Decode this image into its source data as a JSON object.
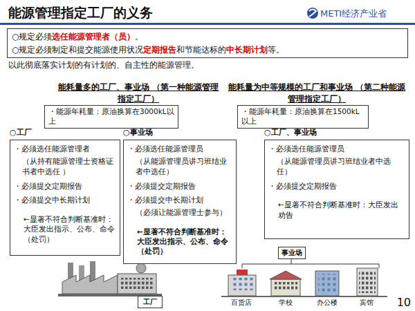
{
  "diagram": {
    "title": "能源管理指定工厂的义务",
    "nodes": [
      {
        "text": [
          "○规定必须",
          "选任能源管理者（员）",
          "。",
          "○规定必须制定和提交能源使用状况",
          "定期报告",
          "和节能达标的",
          "中长期计划",
          "等。"
        ]
      },
      {
        "text": [
          "・能源年耗量：原油换算在3000kL以上"
        ]
      },
      {
        "text": [
          "・能源年耗量：原油换算在1500kL以上"
        ]
      },
      {
        "text": [
          "○工厂",
          "・必须选任能源管理者",
          "（从持有能源管理士资格证书者中选任 ）",
          "・必须提交定期报告",
          "・必须提交中长期计划",
          "←显著不符合判断基准时：大臣发出指示、公布、命令（处罚）"
        ]
      },
      {
        "text": [
          "○事业场",
          "・必须选任能源管理员",
          "（从能源管理员讲习班结业者中选任）",
          "・必须提交定期报告",
          "・必须提交中长期计划",
          "（必须让能源管理士参与）",
          "←显著不符合判断基准时：大臣发出指示、公布、命令（处罚）"
        ]
      },
      {
        "text": [
          "○工厂、事业场",
          "・必须选任能源管理员",
          "（从能源管理员讲习班结业者中选任）",
          "・必须提交定期报告",
          "←显著不符合判断基准时：大臣发出劝告"
        ]
      },
      {
        "text": [
          "事业场"
        ]
      },
      {
        "text": [
          "工厂"
        ]
      }
    ],
    "labels": [
      "以此彻底落实计划的有计划的、自主性的能源管理。",
      "能耗量多的工厂、事业场 （第一种能源管理指定工厂）",
      "能耗量为中等规模的工厂和事业场 （第二种能源管理指定工厂）",
      "METI经济产业省",
      "百货店",
      "学校",
      "办公楼",
      "宾馆",
      "10"
    ]
  }
}
